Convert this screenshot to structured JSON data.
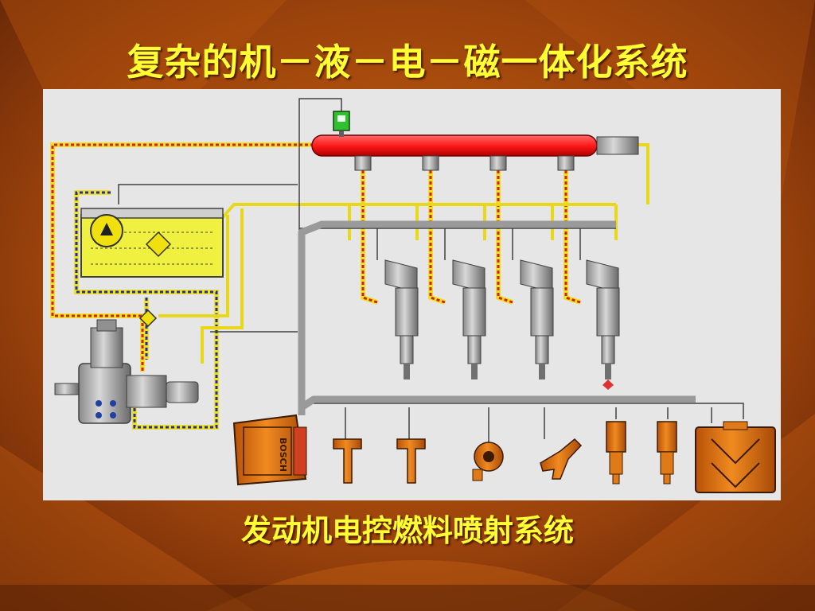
{
  "slide": {
    "title": "复杂的机－液－电－磁一体化系统",
    "subtitle": "发动机电控燃料喷射系统"
  },
  "diagram": {
    "ecu_brand": "BOSCH",
    "injector_count": 4,
    "sensor_count": 7
  },
  "colors": {
    "title": "#ffff33",
    "background": "#8a3a0c",
    "rail": "#ff2020",
    "high_pressure_line": "#d04020",
    "low_pressure_line": "#f0e020",
    "return_line": "#2030a0",
    "components": "#e87a18"
  }
}
